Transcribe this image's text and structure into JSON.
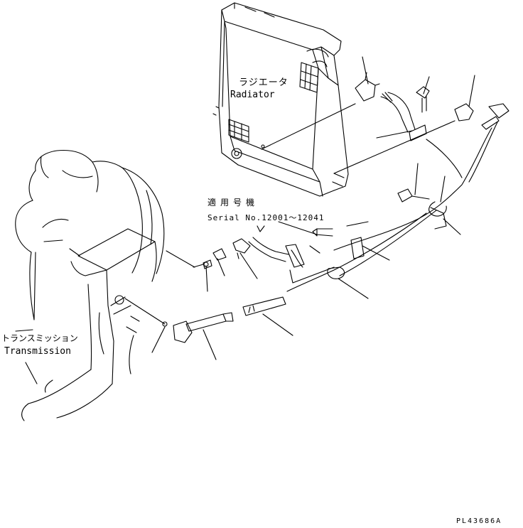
{
  "labels": {
    "radiator_jp": "ラジエータ",
    "radiator_en": "Radiator",
    "serial_jp": "適用号機",
    "serial_en": "Serial No.12001〜12041",
    "transmission_jp": "トランスミッション",
    "transmission_en": "Transmission",
    "drawing_code": "PL43686A"
  },
  "colors": {
    "ink": "#000000",
    "paper": "#ffffff"
  }
}
